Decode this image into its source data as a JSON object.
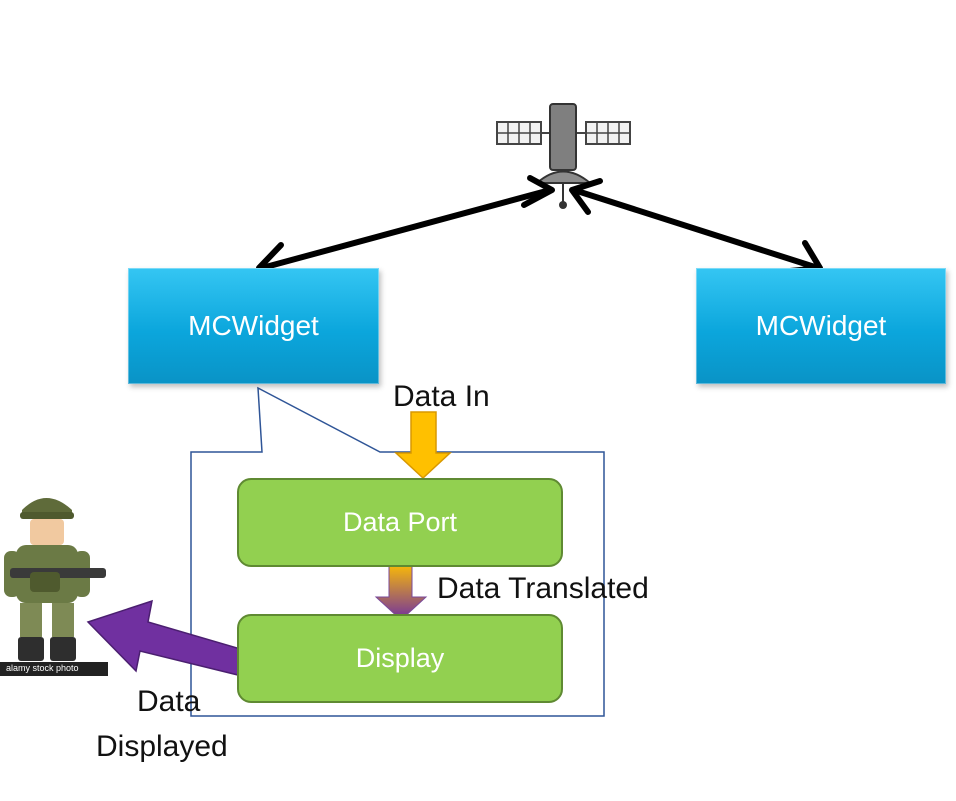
{
  "nodes": {
    "mcwidget_left": "MCWidget",
    "mcwidget_right": "MCWidget",
    "data_port": "Data Port",
    "display": "Display"
  },
  "labels": {
    "data_in": "Data In",
    "data_translated": "Data Translated",
    "data_displayed_line1": "Data",
    "data_displayed_line2": "Displayed"
  },
  "images": {
    "satellite": "satellite-icon",
    "soldier": "soldier-figure",
    "stock_watermark": "alamy stock photo"
  },
  "colors": {
    "mcwidget": "#0ba6dc",
    "green_box": "#92d050",
    "callout_border": "#2f5597",
    "data_in_arrow": "#ffc000",
    "display_arrow": "#7030a0",
    "link_arrow": "#000000"
  }
}
